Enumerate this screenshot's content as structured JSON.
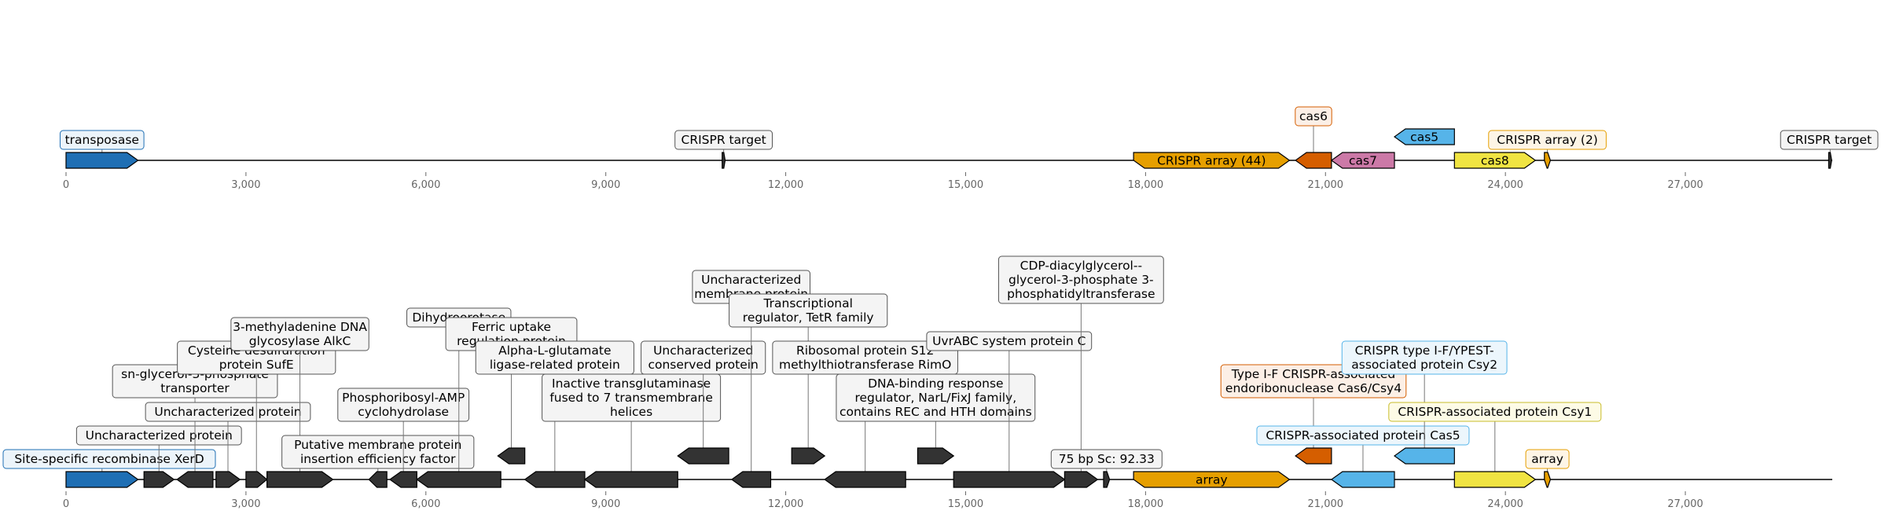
{
  "axis": {
    "ticks": [
      {
        "value": 0,
        "label": "0"
      },
      {
        "value": 3000,
        "label": "3,000"
      },
      {
        "value": 6000,
        "label": "6,000"
      },
      {
        "value": 9000,
        "label": "9,000"
      },
      {
        "value": 12000,
        "label": "12,000"
      },
      {
        "value": 15000,
        "label": "15,000"
      },
      {
        "value": 18000,
        "label": "18,000"
      },
      {
        "value": 21000,
        "label": "21,000"
      },
      {
        "value": 24000,
        "label": "24,000"
      },
      {
        "value": 27000,
        "label": "27,000"
      }
    ],
    "start": 0,
    "end": 29450
  },
  "colors": {
    "transposase": "#1f6fb4",
    "crispr_array": "#e69f00",
    "cas6": "#d55e00",
    "cas7": "#cc79a7",
    "cas5": "#56b4e9",
    "cas8": "#f0e442",
    "hypothetical": "#333333"
  },
  "top_track": {
    "features": [
      {
        "name": "transposase",
        "start": 0,
        "end": 1200,
        "strand": 1,
        "color": "#1f6fb4",
        "label": "transposase",
        "label_level": 1,
        "label_bg": "#ecf4fa",
        "label_border": "#1f6fb4"
      },
      {
        "name": "crispr-target-1",
        "start": 10940,
        "end": 10990,
        "strand": 1,
        "color": "#333333",
        "label": "CRISPR target",
        "label_level": 1,
        "label_bg": "#f4f4f4",
        "label_border": "#555555"
      },
      {
        "name": "crispr-array-44",
        "start": 17800,
        "end": 20400,
        "strand": 0,
        "color": "#e69f00",
        "label": "CRISPR array (44)",
        "inline": true
      },
      {
        "name": "cas6",
        "start": 20500,
        "end": 21100,
        "strand": -1,
        "color": "#d55e00",
        "label": "cas6",
        "label_level": 2,
        "label_bg": "#fcefe6",
        "label_border": "#d55e00"
      },
      {
        "name": "cas7",
        "start": 21100,
        "end": 22150,
        "strand": -1,
        "color": "#cc79a7",
        "label": "cas7",
        "inline": true
      },
      {
        "name": "cas5",
        "start": 22150,
        "end": 23150,
        "strand": -1,
        "color": "#56b4e9",
        "label": "cas5",
        "inline": true,
        "lifted": true
      },
      {
        "name": "cas8",
        "start": 23150,
        "end": 24500,
        "strand": 1,
        "color": "#f0e442",
        "label": "cas8",
        "inline": true
      },
      {
        "name": "crispr-array-2",
        "start": 24650,
        "end": 24750,
        "strand": 0,
        "color": "#e69f00",
        "label": "CRISPR array (2)",
        "label_level": 1,
        "label_bg": "#fdf5e6",
        "label_border": "#e69f00"
      },
      {
        "name": "crispr-target-2",
        "start": 29390,
        "end": 29440,
        "strand": 1,
        "color": "#333333",
        "label": "CRISPR target",
        "label_level": 1,
        "label_bg": "#f4f4f4",
        "label_border": "#555555"
      }
    ]
  },
  "bottom_track": {
    "features": [
      {
        "name": "xerd",
        "start": 0,
        "end": 1200,
        "strand": 1,
        "color": "#1f6fb4",
        "label": "Site-specific recombinase XerD",
        "label_level": 1,
        "label_bg": "#ecf4fa",
        "label_border": "#1f6fb4"
      },
      {
        "name": "uncharacterized-1",
        "start": 1300,
        "end": 1800,
        "strand": 1,
        "color": "#333333",
        "label": "Uncharacterized protein",
        "label_level": 2
      },
      {
        "name": "g3p-transporter",
        "start": 1850,
        "end": 2450,
        "strand": -1,
        "color": "#333333",
        "label": "sn-glycerol-3-phosphate\ntransporter",
        "label_level": 4
      },
      {
        "name": "uncharacterized-2",
        "start": 2500,
        "end": 2900,
        "strand": 1,
        "color": "#333333",
        "label": "Uncharacterized protein",
        "label_level": 3
      },
      {
        "name": "sufe",
        "start": 3000,
        "end": 3350,
        "strand": 1,
        "color": "#333333",
        "label": "Cysteine desulfuration\nprotein SufE",
        "label_level": 5
      },
      {
        "name": "alkc",
        "start": 3350,
        "end": 4450,
        "strand": 1,
        "color": "#333333",
        "label": "3-methyladenine DNA\nglycosylase AlkC",
        "label_level": 6
      },
      {
        "name": "membrane-insertion",
        "start": 5050,
        "end": 5350,
        "strand": -1,
        "color": "#333333",
        "label": "Putative membrane protein\ninsertion efficiency factor",
        "label_level": 1
      },
      {
        "name": "phosphoribosyl-amp",
        "start": 5400,
        "end": 5850,
        "strand": -1,
        "color": "#333333",
        "label": "Phosphoribosyl-AMP\ncyclohydrolase",
        "label_level": 3
      },
      {
        "name": "dihydroorotase",
        "start": 5850,
        "end": 7250,
        "strand": -1,
        "color": "#333333",
        "label": "Dihydroorotase",
        "label_level": 7
      },
      {
        "name": "ferric-uptake",
        "start": 7200,
        "end": 7650,
        "strand": -1,
        "color": "#333333",
        "label": "Ferric uptake\nregulation protein",
        "label_level": 6,
        "lifted": true
      },
      {
        "name": "alpha-l-glutamate",
        "start": 7650,
        "end": 8650,
        "strand": -1,
        "color": "#333333",
        "label": "Alpha-L-glutamate\nligase-related protein",
        "label_level": 5
      },
      {
        "name": "transglutaminase",
        "start": 8650,
        "end": 10200,
        "strand": -1,
        "color": "#333333",
        "label": "Inactive transglutaminase\nfused to 7 transmembrane\nhelices",
        "label_level": 3
      },
      {
        "name": "conserved-protein",
        "start": 10200,
        "end": 11050,
        "strand": -1,
        "color": "#333333",
        "label": "Uncharacterized\nconserved protein",
        "label_level": 5,
        "lifted": true
      },
      {
        "name": "membrane-protein",
        "start": 11100,
        "end": 11750,
        "strand": -1,
        "color": "#333333",
        "label": "Uncharacterized\nmembrane protein",
        "label_level": 8
      },
      {
        "name": "tetr",
        "start": 12100,
        "end": 12650,
        "strand": 1,
        "color": "#333333",
        "label": "Transcriptional\nregulator, TetR family",
        "label_level": 7,
        "lifted": true
      },
      {
        "name": "rimo",
        "start": 12650,
        "end": 14000,
        "strand": -1,
        "color": "#333333",
        "label": "Ribosomal protein S12\nmethylthiotransferase RimO",
        "label_level": 5
      },
      {
        "name": "narl",
        "start": 14200,
        "end": 14800,
        "strand": 1,
        "color": "#333333",
        "label": "DNA-binding response\nregulator, NarL/FixJ family,\ncontains REC and HTH domains",
        "label_level": 3,
        "lifted": true
      },
      {
        "name": "uvrabc",
        "start": 14800,
        "end": 16650,
        "strand": 1,
        "color": "#333333",
        "label": "UvrABC system protein C",
        "label_level": 6
      },
      {
        "name": "cdp-dag",
        "start": 16650,
        "end": 17200,
        "strand": 1,
        "color": "#333333",
        "label": "CDP-diacylglycerol--\nglycerol-3-phosphate 3-\nphosphatidyltransferase",
        "label_level": 8
      },
      {
        "name": "repeat-75bp",
        "start": 17300,
        "end": 17400,
        "strand": 1,
        "color": "#333333",
        "label": "75 bp Sc: 92.33",
        "label_level": 1
      },
      {
        "name": "array",
        "start": 17800,
        "end": 20400,
        "strand": 0,
        "color": "#e69f00",
        "label": "array",
        "inline": true
      },
      {
        "name": "cas6-csy4",
        "start": 20500,
        "end": 21100,
        "strand": -1,
        "color": "#d55e00",
        "label": "Type I-F CRISPR-associated\nendoribonuclease Cas6/Csy4",
        "label_level": 4,
        "lifted": true,
        "label_bg": "#fcefe6",
        "label_border": "#d55e00"
      },
      {
        "name": "cas5-bottom",
        "start": 21100,
        "end": 22150,
        "strand": -1,
        "color": "#56b4e9",
        "label": "CRISPR-associated protein Cas5",
        "label_level": 2,
        "label_bg": "#ecf6fc",
        "label_border": "#56b4e9"
      },
      {
        "name": "csy2",
        "start": 22150,
        "end": 23150,
        "strand": -1,
        "color": "#56b4e9",
        "label": "CRISPR type I-F/YPEST-\nassociated protein Csy2",
        "label_level": 5,
        "lifted": true,
        "label_bg": "#ecf6fc",
        "label_border": "#56b4e9"
      },
      {
        "name": "csy1",
        "start": 23150,
        "end": 24500,
        "strand": 1,
        "color": "#f0e442",
        "label": "CRISPR-associated protein Csy1",
        "label_level": 3,
        "label_bg": "#fdfbe6",
        "label_border": "#c8bc2a"
      },
      {
        "name": "array-2",
        "start": 24650,
        "end": 24750,
        "strand": 0,
        "color": "#e69f00",
        "label": "array",
        "label_level": 1,
        "label_bg": "#fdf5e6",
        "label_border": "#e69f00"
      }
    ]
  }
}
